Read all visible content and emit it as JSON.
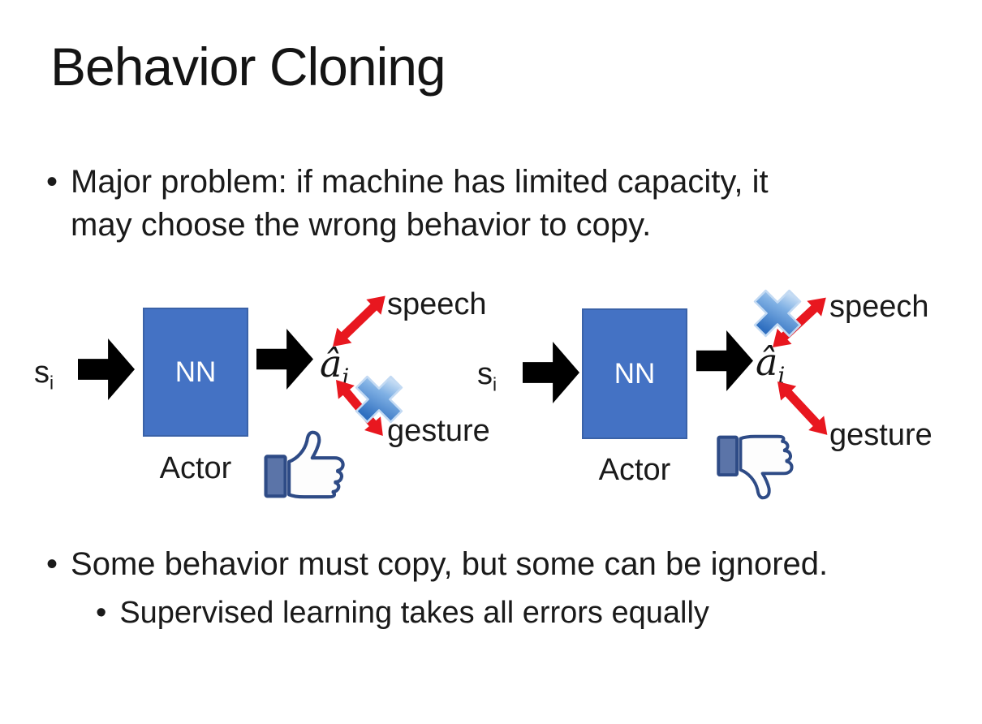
{
  "slide": {
    "title": "Behavior Cloning",
    "bullet_char": "•",
    "bullets": {
      "b1_line1": "Major problem: if machine has limited capacity, it",
      "b1_line2": "may choose the wrong behavior to copy.",
      "b2": "Some behavior must copy, but some can be ignored.",
      "b2_sub": "Supervised learning takes all errors equally"
    },
    "diagram": {
      "left": {
        "input": "s",
        "input_sub": "i",
        "nn": "NN",
        "caption": "Actor",
        "output": "â",
        "output_sub": "i",
        "top_branch": "speech",
        "bottom_branch": "gesture",
        "crossed_out": "gesture",
        "verdict_icon": "thumbs-up"
      },
      "right": {
        "input": "s",
        "input_sub": "i",
        "nn": "NN",
        "caption": "Actor",
        "output": "â",
        "output_sub": "i",
        "top_branch": "speech",
        "bottom_branch": "gesture",
        "crossed_out": "speech",
        "verdict_icon": "thumbs-down"
      }
    },
    "colors": {
      "text": "#1a1a1a",
      "nn_box_fill": "#4472c4",
      "nn_box_border": "#3a62a8",
      "nn_text": "#ffffff",
      "block_arrow": "#000000",
      "red_arrow": "#e8171f",
      "cross_light": "#e8f2fc",
      "cross_mid": "#7fb0e4",
      "cross_dark": "#2f6fc0",
      "thumb_outline": "#2e4b86",
      "thumb_cuff": "#5b74a8",
      "thumb_fill": "#fdfdfd"
    }
  }
}
